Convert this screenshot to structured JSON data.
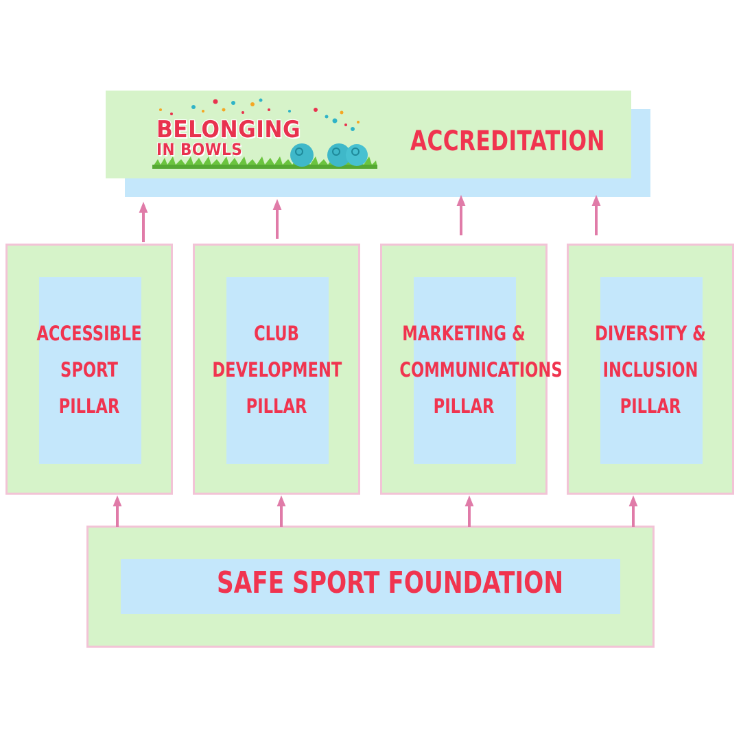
{
  "header": {
    "logo": {
      "line1": "BELONGING",
      "line2": "IN BOWLS"
    },
    "title": "ACCREDITATION"
  },
  "pillars": [
    {
      "lines": [
        "ACCESSIBLE",
        "SPORT",
        "PILLAR"
      ]
    },
    {
      "lines": [
        "CLUB",
        "DEVELOPMENT",
        "PILLAR"
      ]
    },
    {
      "lines": [
        "MARKETING &",
        "COMMUNICATIONS",
        "PILLAR"
      ]
    },
    {
      "lines": [
        "DIVERSITY &",
        "INCLUSION",
        "PILLAR"
      ]
    }
  ],
  "foundation": {
    "title": "SAFE SPORT FOUNDATION"
  },
  "colors": {
    "panel_green": "#d6f3c9",
    "panel_blue": "#c4e7fb",
    "border_pink": "#f2c3d6",
    "text_red": "#f0344f",
    "arrow_pink": "#e07ba8"
  }
}
